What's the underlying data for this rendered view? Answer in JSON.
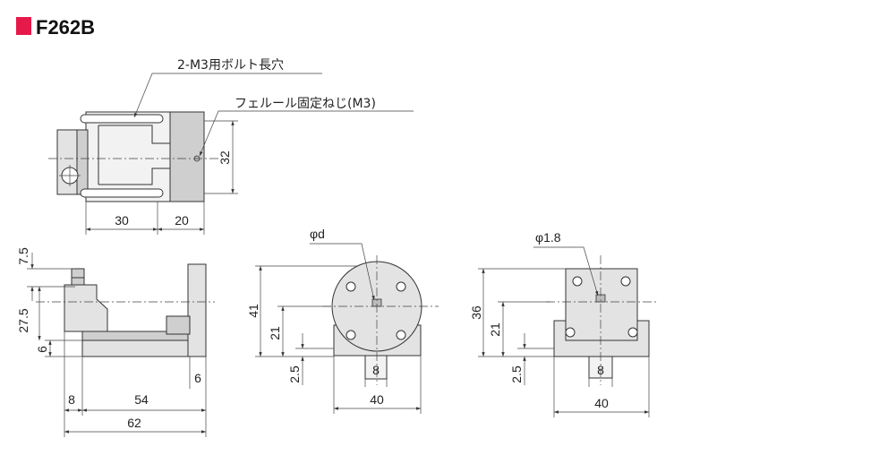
{
  "title": "F262B",
  "accent_color": "#e6194b",
  "top_view": {
    "callout_slot": "2-M3用ボルト長穴",
    "callout_screw": "フェルール固定ねじ(M3)",
    "dim_height": "32",
    "dim_a": "30",
    "dim_b": "20"
  },
  "side_view": {
    "dim_top": "7.5",
    "dim_mid": "27.5",
    "dim_base": "6",
    "dim_wall": "6",
    "dim_left": "8",
    "dim_inner": "54",
    "dim_total": "62"
  },
  "front_view_round": {
    "diameter_label": "φd",
    "dim_height": "41",
    "dim_center": "21",
    "dim_bottom": "2.5",
    "dim_slot": "8",
    "dim_width": "40"
  },
  "front_view_square": {
    "diameter_label": "φ1.8",
    "dim_height": "36",
    "dim_center": "21",
    "dim_bottom": "2.5",
    "dim_slot": "8",
    "dim_width": "40"
  }
}
